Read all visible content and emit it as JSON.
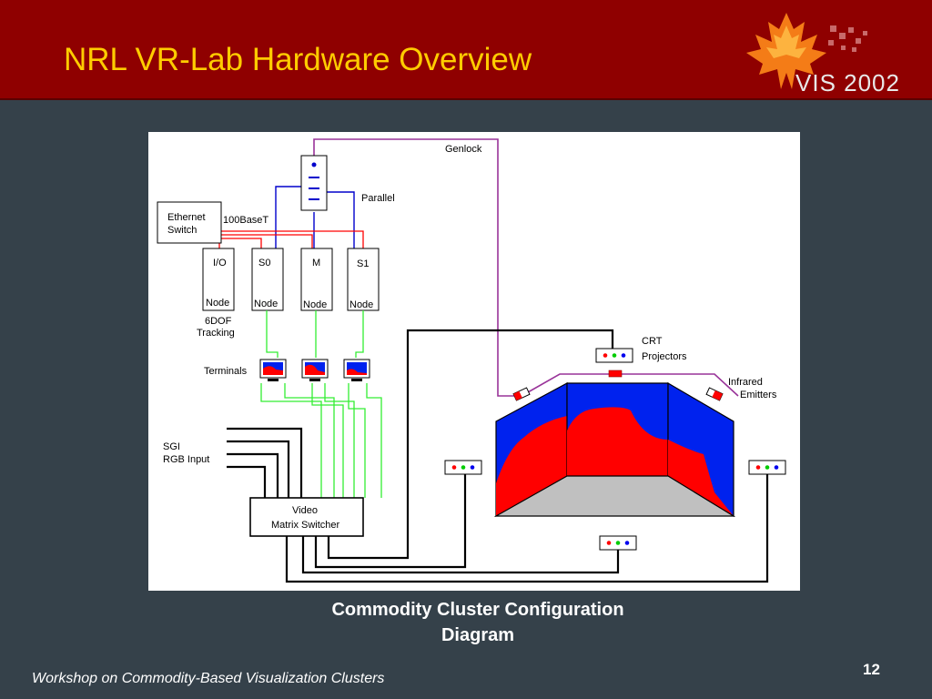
{
  "slide": {
    "title": "NRL VR-Lab Hardware Overview",
    "caption_line1": "Commodity Cluster Configuration",
    "caption_line2": "Diagram",
    "footer": "Workshop on Commodity-Based Visualization Clusters",
    "page_number": "12"
  },
  "logo": {
    "text": "VIS 2002"
  },
  "diagram": {
    "genlock": "Genlock",
    "parallel": "Parallel",
    "ethernet_line1": "Ethernet",
    "ethernet_line2": "Switch",
    "network": "100BaseT",
    "nodes": [
      {
        "name": "I/O",
        "label": "Node"
      },
      {
        "name": "S0",
        "label": "Node"
      },
      {
        "name": "M",
        "label": "Node"
      },
      {
        "name": "S1",
        "label": "Node"
      }
    ],
    "tracking_line1": "6DOF",
    "tracking_line2": "Tracking",
    "terminals": "Terminals",
    "sgi_line1": "SGI",
    "sgi_line2": "RGB Input",
    "video_line1": "Video",
    "video_line2": "Matrix Switcher",
    "crt_line1": "CRT",
    "crt_line2": "Projectors",
    "infrared_line1": "Infrared",
    "infrared_line2": "Emitters"
  },
  "colors": {
    "header": "#8f0000",
    "title": "#ffcc00",
    "background": "#35414a",
    "genlock_wire": "#993399",
    "parallel_wire": "#0000cc",
    "ethernet_wire": "#ff0000",
    "video_wire": "#33ee33",
    "rgb_wire": "#000000",
    "wall_blue": "#0022ee",
    "wall_red": "#ff0000",
    "floor": "#c0c0c0"
  }
}
